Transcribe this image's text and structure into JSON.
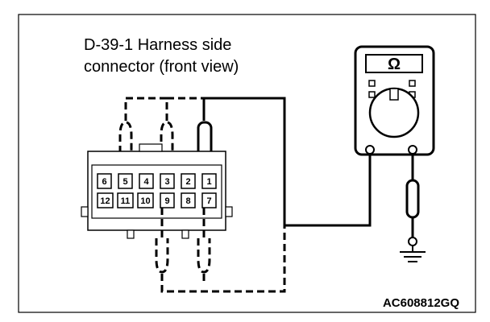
{
  "diagram": {
    "title_line1": "D-39-1 Harness side",
    "title_line2": "connector (front view)",
    "figure_code": "AC608812GQ",
    "meter_symbol": "Ω",
    "connector_pins_top": [
      "6",
      "5",
      "4",
      "3",
      "2",
      "1"
    ],
    "connector_pins_bottom": [
      "12",
      "11",
      "10",
      "9",
      "8",
      "7"
    ],
    "icons": {
      "ohmmeter": "ohmmeter-icon",
      "ground": "ground-icon",
      "probe": "probe-icon"
    }
  }
}
